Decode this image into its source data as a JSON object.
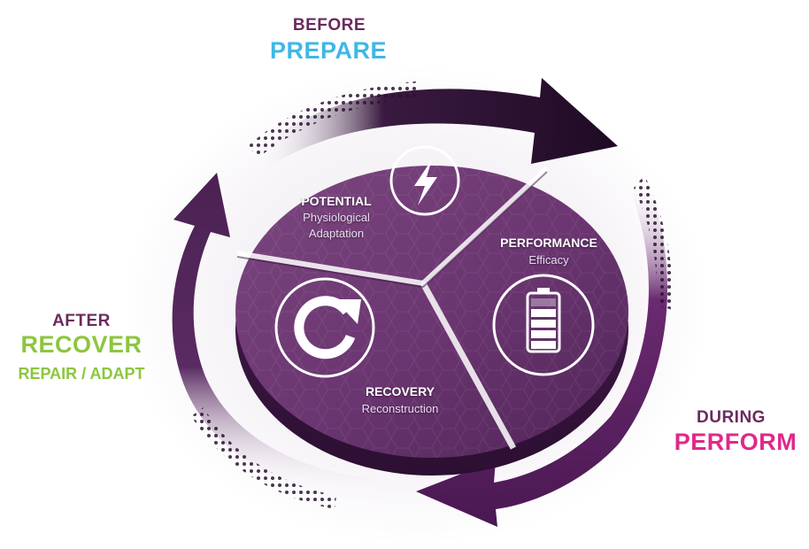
{
  "phases": {
    "before": {
      "label": "BEFORE",
      "name": "PREPARE",
      "color_label": "#6b2a5c",
      "color_name": "#3fb8e6"
    },
    "during": {
      "label": "DURING",
      "name": "PERFORM",
      "color_label": "#6b2a5c",
      "color_name": "#e0288a"
    },
    "after": {
      "label": "AFTER",
      "name": "RECOVER",
      "sub": "REPAIR / ADAPT",
      "color_label": "#6b2a5c",
      "color_name": "#8cc63f"
    }
  },
  "segments": {
    "potential": {
      "title": "POTENTIAL",
      "line1": "Physiological",
      "line2": "Adaptation",
      "icon": "lightning-bolt-icon"
    },
    "performance": {
      "title": "PERFORMANCE",
      "line1": "Efficacy",
      "icon": "battery-icon"
    },
    "recovery": {
      "title": "RECOVERY",
      "line1": "Reconstruction",
      "icon": "refresh-arrow-icon"
    }
  },
  "colors": {
    "disc": "#6e3a72",
    "disc_dark": "#3e1a44",
    "arrow": "#2a1230"
  }
}
